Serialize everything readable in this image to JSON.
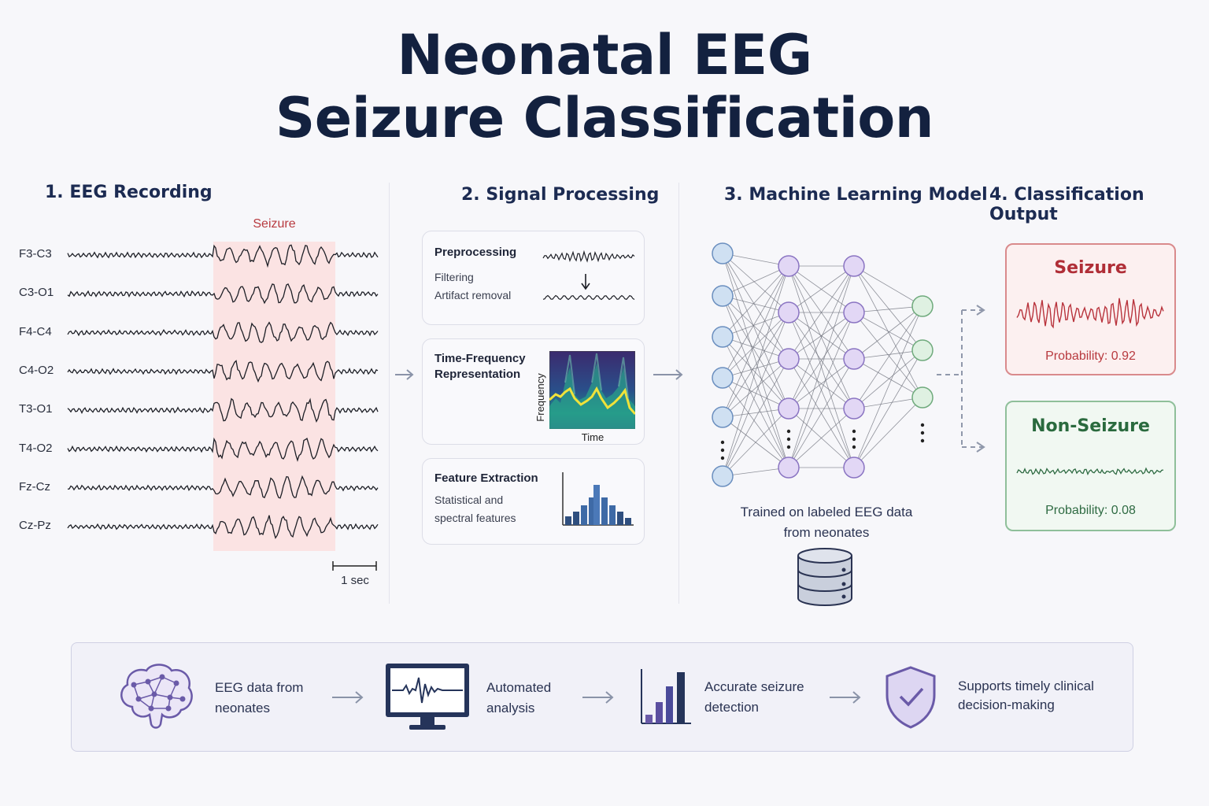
{
  "title_line1": "Neonatal EEG",
  "title_line2": "Seizure Classification",
  "sections": {
    "s1": "1. EEG Recording",
    "s2": "2. Signal Processing",
    "s3": "3. Machine Learning Model",
    "s4": "4. Classification Output"
  },
  "recording": {
    "seizure_label": "Seizure",
    "channels": [
      "F3-C3",
      "C3-O1",
      "F4-C4",
      "C4-O2",
      "T3-O1",
      "T4-O2",
      "Fz-Cz",
      "Cz-Pz"
    ],
    "scale_label": "1 sec"
  },
  "processing": {
    "pre_title": "Preprocessing",
    "pre_line1": "Filtering",
    "pre_line2": "Artifact removal",
    "tf_title_line1": "Time-Frequency",
    "tf_title_line2": "Representation",
    "tf_ylabel": "Frequency",
    "tf_xlabel": "Time",
    "fe_title": "Feature Extraction",
    "fe_line1": "Statistical and",
    "fe_line2": "spectral features"
  },
  "model": {
    "caption_line1": "Trained on labeled EEG data",
    "caption_line2": "from neonates"
  },
  "output": {
    "seizure_title": "Seizure",
    "seizure_prob": "Probability: 0.92",
    "nonseizure_title": "Non-Seizure",
    "nonseizure_prob": "Probability: 0.08"
  },
  "bottom": {
    "item1_line1": "EEG data from",
    "item1_line2": "neonates",
    "item2_line1": "Automated",
    "item2_line2": "analysis",
    "item3_line1": "Accurate seizure",
    "item3_line2": "detection",
    "item4_line1": "Supports timely clinical",
    "item4_line2": "decision-making"
  },
  "colors": {
    "navy": "#13213f",
    "seizure_red": "#b83a3f",
    "nonseizure_green": "#2f6b43",
    "neuron_blue": "#a9c4e4",
    "neuron_purple": "#c9b6ea",
    "neuron_green": "#bfe3c6",
    "accent_purple": "#6a5aa8"
  }
}
